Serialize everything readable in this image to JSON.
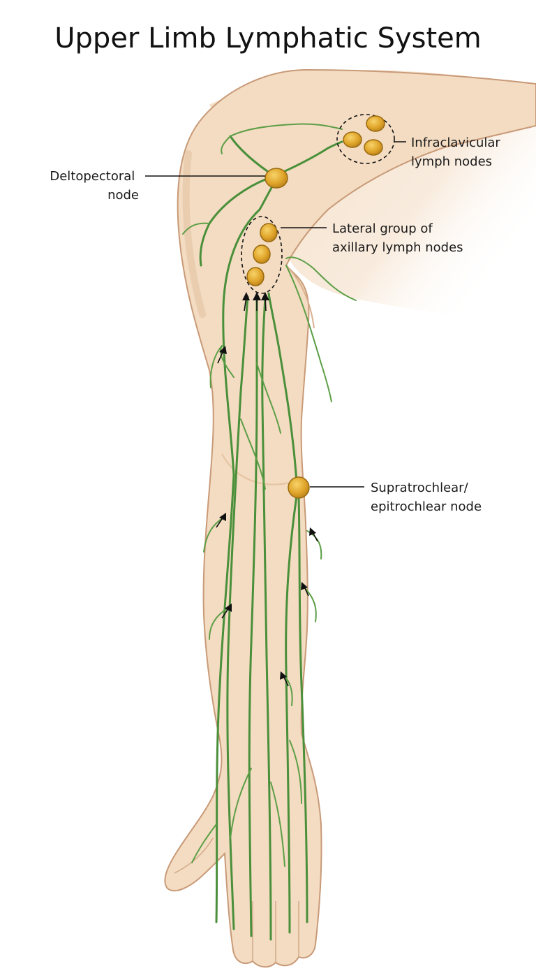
{
  "title": "Upper Limb Lymphatic System",
  "labels": {
    "infraclavicular": [
      "Infraclavicular",
      "lymph nodes"
    ],
    "deltopectoral": [
      "Deltopectoral",
      "node"
    ],
    "lateral_axillary": [
      "Lateral group of",
      "axillary lymph nodes"
    ],
    "supratrochlear": [
      "Supratrochlear/",
      "epitrochlear node"
    ]
  },
  "colors": {
    "skin": "#f3dcc2",
    "skin_shadow": "#e7c6a4",
    "skin_outline": "#c89a78",
    "vessel": "#4a8f3a",
    "node_fill": "#e0a52a",
    "node_outline": "#9a6a10"
  }
}
